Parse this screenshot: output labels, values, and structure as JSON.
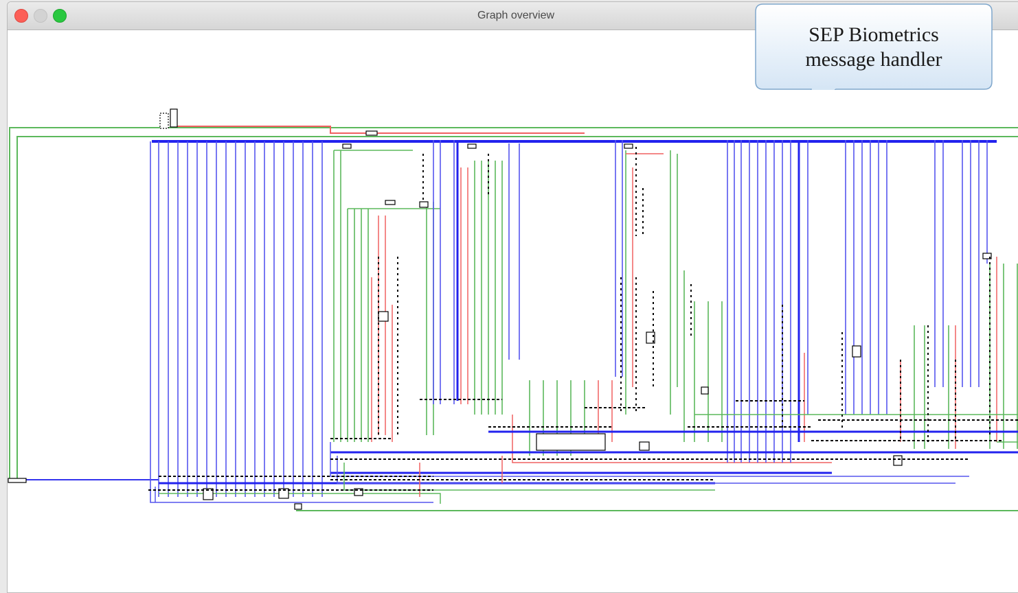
{
  "window": {
    "title": "Graph overview"
  },
  "callout": {
    "text_line1": "SEP Biometrics",
    "text_line2": "message handler"
  },
  "graph": {
    "edge_colors": {
      "unconditional": "#3232e6",
      "true_branch": "#4caf50",
      "false_branch": "#ef5350"
    }
  }
}
